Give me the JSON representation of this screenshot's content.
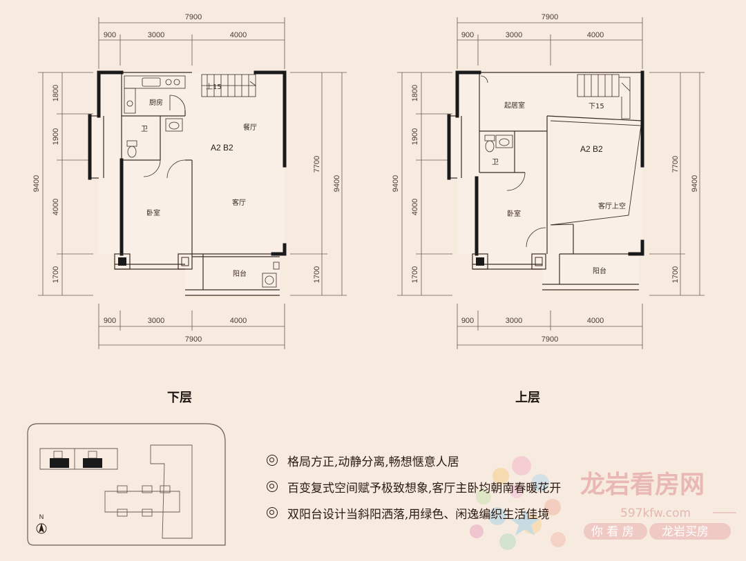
{
  "floors": [
    {
      "title": "下层",
      "dims_top": {
        "total": "7900",
        "segments": [
          "900",
          "3000",
          "4000"
        ]
      },
      "dims_bottom": {
        "total": "7900",
        "segments": [
          "900",
          "3000",
          "4000"
        ]
      },
      "dims_left": {
        "total": "9400",
        "segments": [
          "1800",
          "1900",
          "4000",
          "1700"
        ]
      },
      "dims_right": {
        "total": "9400",
        "inner": "7700",
        "bottom": "1700"
      },
      "unit_label": "A2 B2",
      "stair_mark": "上15",
      "rooms": {
        "kitchen": "厨房",
        "bath": "卫",
        "dining": "餐厅",
        "bedroom": "卧室",
        "living": "客厅",
        "balcony": "阳台"
      }
    },
    {
      "title": "上层",
      "dims_top": {
        "total": "7900",
        "segments": [
          "900",
          "3000",
          "4000"
        ]
      },
      "dims_bottom": {
        "total": "7900",
        "segments": [
          "900",
          "3000",
          "4000"
        ]
      },
      "dims_left": {
        "total": "9400",
        "segments": [
          "1800",
          "1900",
          "4000",
          "1700"
        ]
      },
      "dims_right": {
        "total": "9400",
        "inner": "7700",
        "bottom": "1700"
      },
      "unit_label": "A2 B2",
      "stair_mark": "下15",
      "rooms": {
        "study": "起居室",
        "bath": "卫",
        "bedroom": "卧室",
        "void": "客厅上空",
        "balcony": "阳台"
      }
    }
  ],
  "site_plan": {
    "north": "N"
  },
  "features": [
    "格局方正,动静分离,畅想惬意人居",
    "百变复式空间赋予极致想象,客厅主卧均朝南春暖花开",
    "双阳台设计当斜阳洒落,用绿色、闲逸编织生活佳境"
  ],
  "watermark": {
    "brand": "龙岩看房网",
    "url": "597kfw.com",
    "slogan_left": "你 看 房",
    "slogan_right": "龙岩买房"
  },
  "colors": {
    "background": "#f7eadf",
    "wall": "#1a1a1a",
    "line": "#6a5a52",
    "watermark": "#e9b8b4"
  }
}
